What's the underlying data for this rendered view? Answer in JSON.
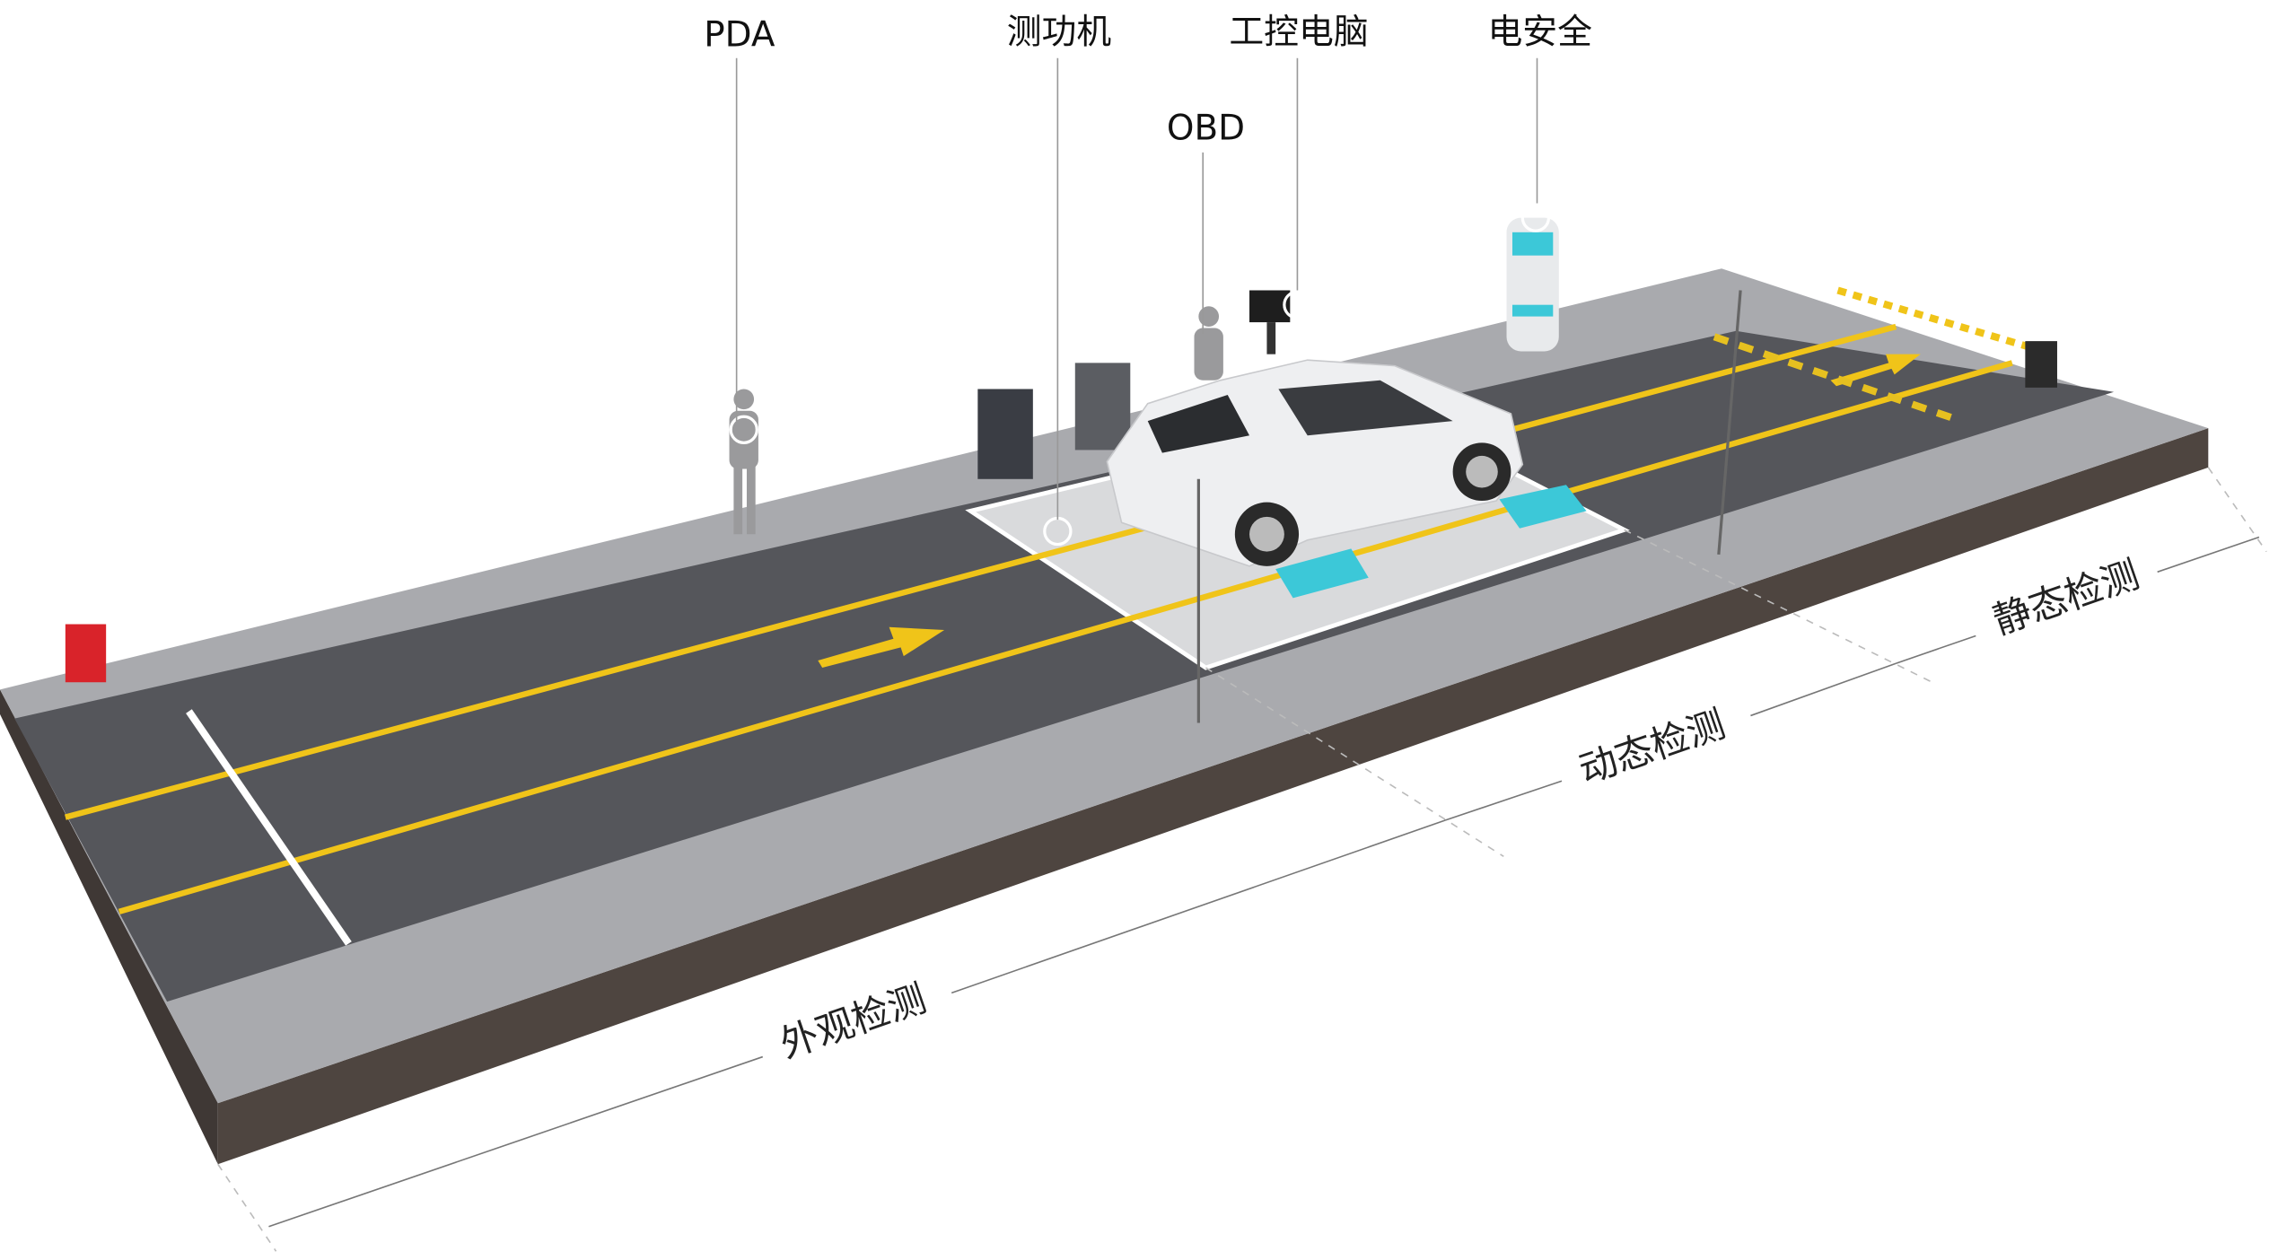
{
  "callouts": {
    "pda": "PDA",
    "dynamometer": "测功机",
    "industrial_pc": "工控电脑",
    "electrical_safety": "电安全",
    "obd": "OBD"
  },
  "zones": {
    "appearance": "外观检测",
    "dynamic": "动态检测",
    "static": "静态检测"
  },
  "colors": {
    "asphalt": "#55565b",
    "sidewalk": "#a9aaae",
    "slab_side": "#4e4540",
    "lane_line": "#f0c419",
    "roller": "#3cc8d8"
  }
}
